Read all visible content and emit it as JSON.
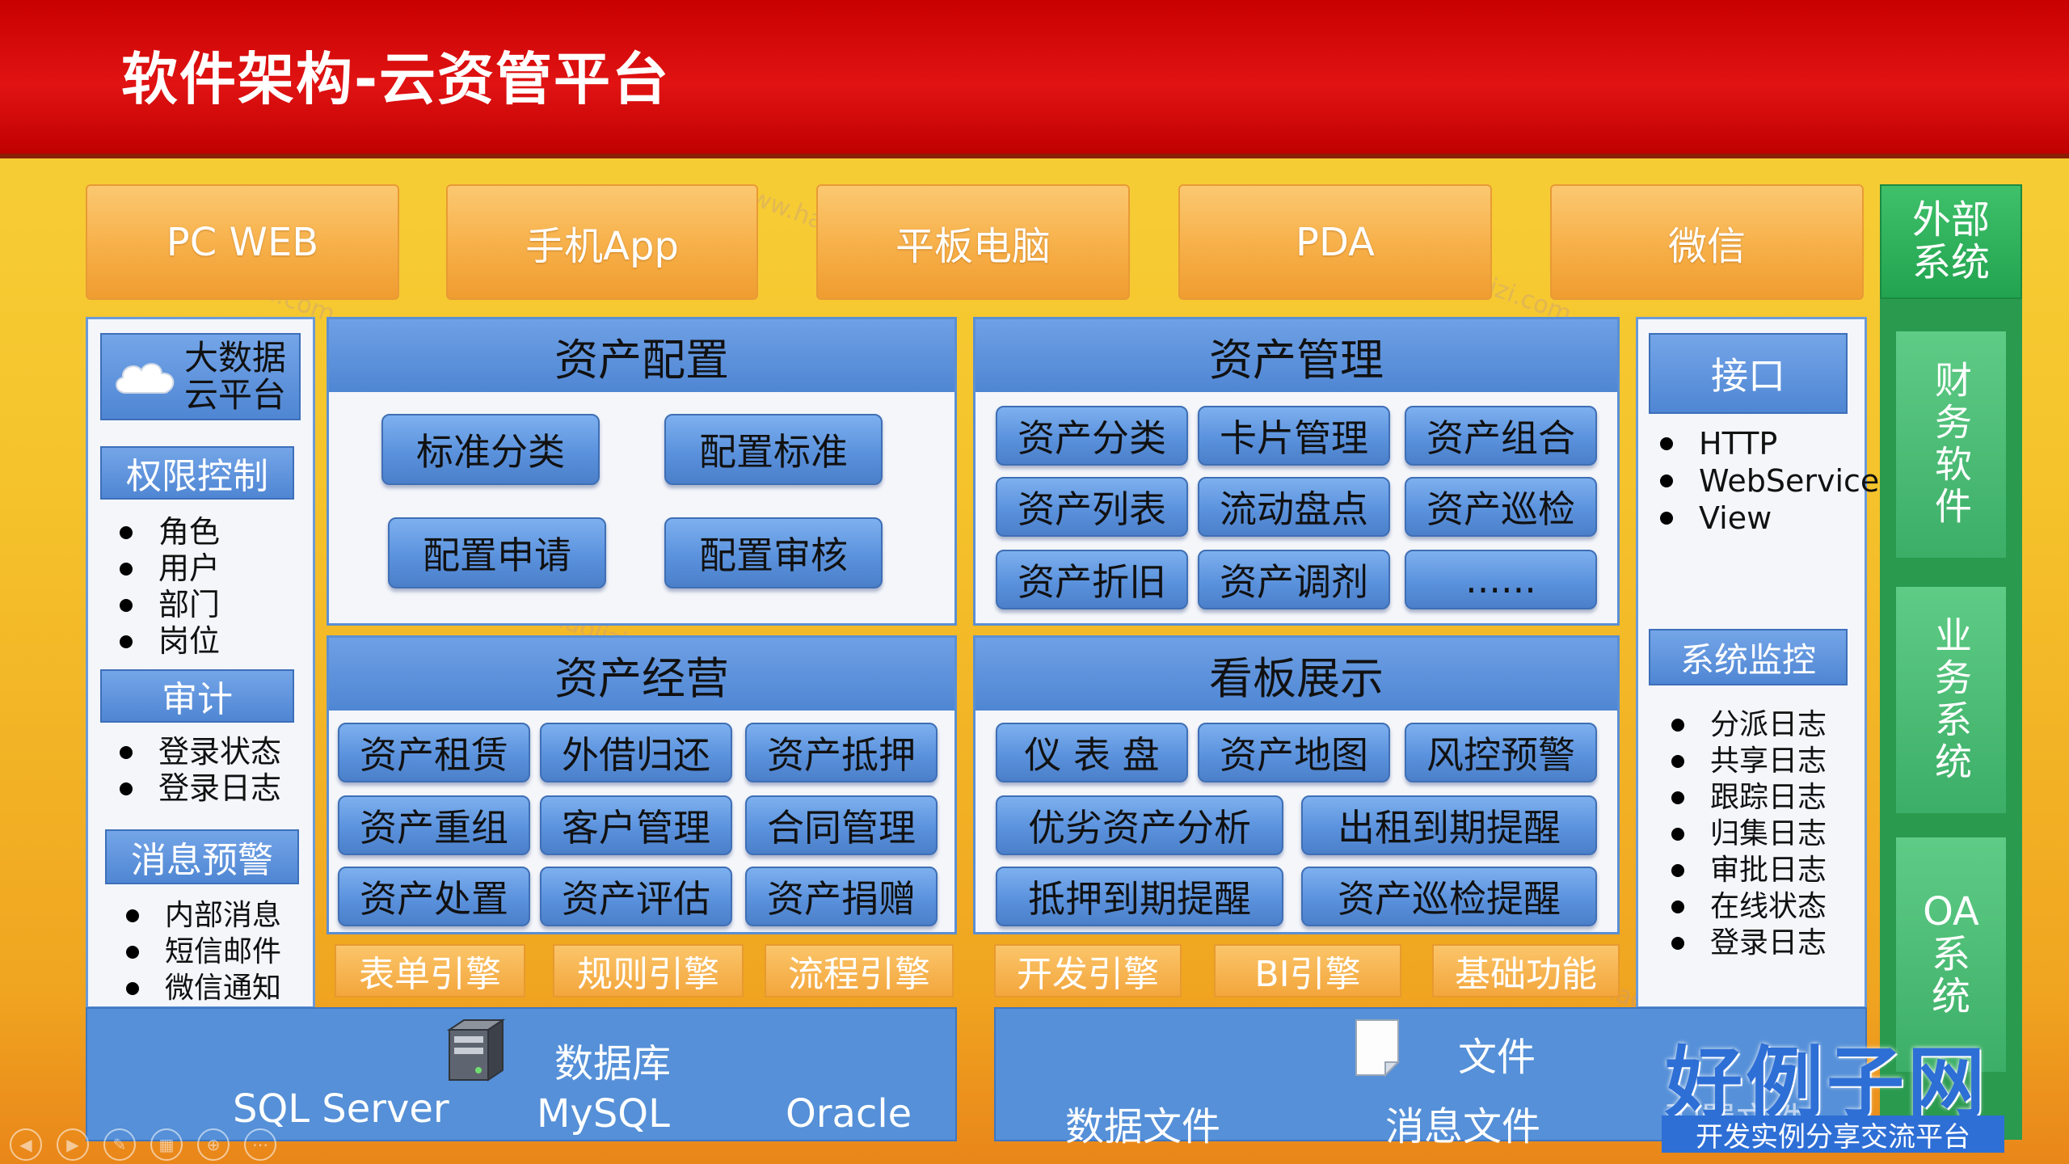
{
  "title": "软件架构-云资管平台",
  "clients": [
    "PC WEB",
    "手机App",
    "平板电脑",
    "PDA",
    "微信"
  ],
  "external": {
    "header": "外部系统",
    "finance": "财务软件",
    "business": "业务系统",
    "oa": "OA系统"
  },
  "left_sidebar": {
    "cloud": "大数据云平台",
    "permission": {
      "title": "权限控制",
      "items": [
        "角色",
        "用户",
        "部门",
        "岗位"
      ]
    },
    "audit": {
      "title": "审计",
      "items": [
        "登录状态",
        "登录日志"
      ]
    },
    "alert": {
      "title": "消息预警",
      "items": [
        "内部消息",
        "短信邮件",
        "微信通知"
      ]
    }
  },
  "asset_config": {
    "title": "资产配置",
    "buttons": [
      "标准分类",
      "配置标准",
      "配置申请",
      "配置审核"
    ]
  },
  "asset_management": {
    "title": "资产管理",
    "buttons": [
      "资产分类",
      "卡片管理",
      "资产组合",
      "资产列表",
      "流动盘点",
      "资产巡检",
      "资产折旧",
      "资产调剂",
      "......"
    ]
  },
  "asset_operation": {
    "title": "资产经营",
    "buttons": [
      "资产租赁",
      "外借归还",
      "资产抵押",
      "资产重组",
      "客户管理",
      "合同管理",
      "资产处置",
      "资产评估",
      "资产捐赠"
    ]
  },
  "dashboard": {
    "title": "看板展示",
    "buttons": [
      "仪 表 盘",
      "资产地图",
      "风控预警",
      "优劣资产分析",
      "出租到期提醒",
      "抵押到期提醒",
      "资产巡检提醒"
    ]
  },
  "right_sidebar": {
    "interface": {
      "title": "接口",
      "items": [
        "HTTP",
        "WebService",
        "View"
      ]
    },
    "monitor": {
      "title": "系统监控",
      "items": [
        "分派日志",
        "共享日志",
        "跟踪日志",
        "归集日志",
        "审批日志",
        "在线状态",
        "登录日志"
      ]
    }
  },
  "engines": [
    "表单引擎",
    "规则引擎",
    "流程引擎",
    "开发引擎",
    "BI引擎",
    "基础功能"
  ],
  "database": {
    "title": "数据库",
    "items": [
      "SQL Server",
      "MySQL",
      "Oracle"
    ]
  },
  "files": {
    "title": "文件",
    "items": [
      "数据文件",
      "消息文件",
      "配置文件"
    ]
  },
  "logo": {
    "name": "好例子网",
    "tagline": "开发实例分享交流平台"
  },
  "watermark": "www.haolizi.com"
}
